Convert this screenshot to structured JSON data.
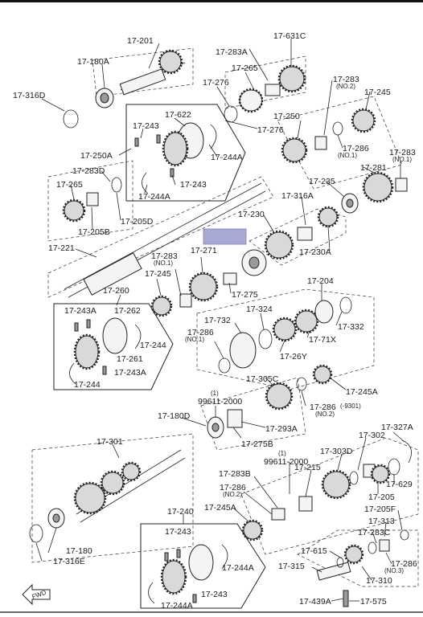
{
  "labels": {
    "l17_201": "17-201",
    "l17_180A": "17-180A",
    "l17_316D": "17-316D",
    "l17_283A": "17-283A",
    "l17_631C": "17-631C",
    "l17_265_top": "17-265",
    "l17_276_a": "17-276",
    "l17_276_b": "17-276",
    "l17_283_no2": "17-283",
    "no2_a": "(NO.2)",
    "l17_245_top": "17-245",
    "l17_250": "17-250",
    "l17_286_no1_top": "17-286",
    "no1_a": "(NO.1)",
    "l17_283_no1_right": "17-283",
    "no1_b": "(NO.1)",
    "l17_622": "17-622",
    "l17_243_a": "17-243",
    "l17_244A_a": "17-244A",
    "l17_243_b": "17-243",
    "l17_244A_b": "17-244A",
    "l17_250A": "17-250A",
    "l17_283D": "17-283D",
    "l17_265_left": "17-265",
    "l17_205B": "17-205B",
    "l17_205D": "17-205D",
    "l17_281": "17-281",
    "l17_235": "17-235",
    "l17_316A": "17-316A",
    "l17_230": "17-230",
    "l17_230A": "17-230A",
    "l17_221": "17-221",
    "l17_283_no1_mid": "17-283",
    "no1_c": "(NO.1)",
    "l17_271": "17-271",
    "l17_245_mid": "17-245",
    "l17_275": "17-275",
    "l17_260": "17-260",
    "l17_243A_a": "17-243A",
    "l17_262": "17-262",
    "l17_244_a": "17-244",
    "l17_261": "17-261",
    "l17_243A_b": "17-243A",
    "l17_244_b": "17-244",
    "l17_204": "17-204",
    "l17_324": "17-324",
    "l17_732": "17-732",
    "l17_332": "17-332",
    "l17_71X": "17-71X",
    "l17_286_no1_mid": "17-286",
    "no1_d": "(NO.1)",
    "l17_26Y": "17-26Y",
    "l17_305C": "17-305C",
    "l17_245A": "17-245A",
    "l17_286_no2_mid": "17-286",
    "suffix_9301": "(-9301)",
    "no2_b": "(NO.2)",
    "qty_1_a": "(1)",
    "l99611_a": "99611-2000",
    "l17_180D": "17-180D",
    "l17_293A": "17-293A",
    "l17_275B": "17-275B",
    "l17_301": "17-301",
    "l17_302": "17-302",
    "l17_327A": "17-327A",
    "l17_303D": "17-303D",
    "qty_1_b": "(1)",
    "l99611_b": "99611-2000",
    "l17_283B": "17-283B",
    "l17_215": "17-215",
    "l17_286_no2_low": "17-286",
    "no2_c": "(NO.2)",
    "l17_205": "17-205",
    "l17_629": "17-629",
    "l17_245A_low": "17-245A",
    "l17_205F": "17-205F",
    "l17_313": "17-313",
    "l17_180": "17-180",
    "l17_316E": "17-316E",
    "l17_240": "17-240",
    "l17_243_c": "17-243",
    "l17_244A_c": "17-244A",
    "l17_244A_d": "17-244A",
    "l17_243_d": "17-243",
    "l17_283C": "17-283C",
    "l17_615": "17-615",
    "l17_286_no3": "17-286",
    "no3": "(NO.3)",
    "l17_315": "17-315",
    "l17_310": "17-310",
    "l17_439A": "17-439A",
    "l17_575": "17-575",
    "fwd": "FWD"
  }
}
